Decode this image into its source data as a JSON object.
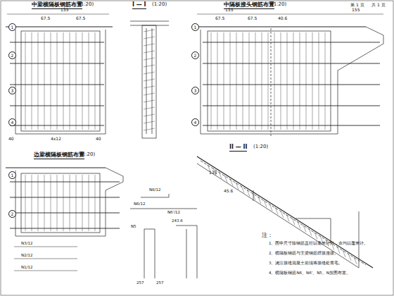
{
  "diagram": {
    "labels": [
      "中梁横隔板钢筋布置",
      "(1:20)",
      "I — I",
      "(1:20)",
      "中隔板接头钢筋布置",
      "(1:20)",
      "第 1 页",
      "共 1 页",
      "135",
      "67.5",
      "67.5",
      "40",
      "4x12",
      "40",
      "135",
      "155",
      "67.5",
      "67.5",
      "40.6",
      "边梁横隔板钢筋布置",
      "(1:20)",
      "II — II",
      "(1:20)",
      "135",
      "45.6",
      "注：",
      "1、图中尺寸除钢筋直径以毫米计外，余均以厘米计。",
      "2、横隔板钢筋与主梁钢筋焊接连接。",
      "3、浇注接缝混凝土前须将接缝处凿毛。",
      "4、横隔板钢筋N6、N6'、N5、N按图布置。",
      "N8/12",
      "N6/12",
      "N6'/12",
      "243.6",
      "N5",
      "257",
      "257",
      "N3/12",
      "N2/12",
      "N1/12",
      "1",
      "2",
      "3",
      "4",
      "1",
      "2",
      "3",
      "4",
      "1",
      "2"
    ]
  }
}
